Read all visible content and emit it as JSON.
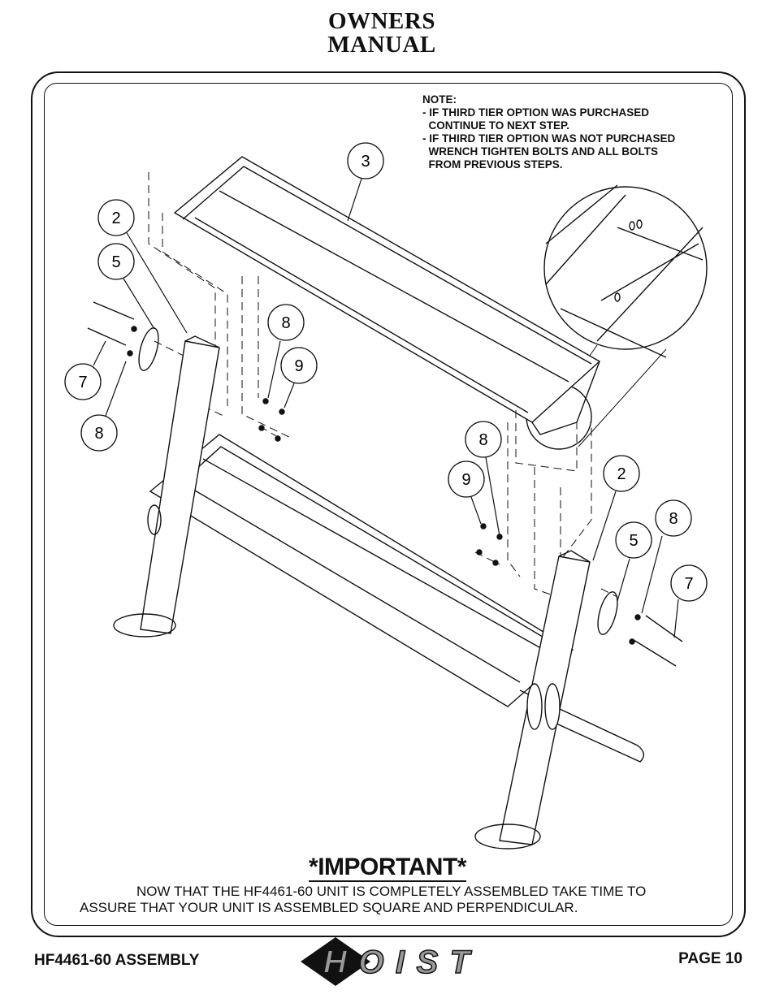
{
  "header": {
    "title_line1": "OWNERS",
    "title_line2": "MANUAL"
  },
  "note": {
    "lines": [
      "NOTE:",
      "- IF THIRD TIER OPTION WAS PURCHASED",
      "  CONTINUE TO NEXT STEP.",
      "- IF THIRD TIER OPTION WAS NOT PURCHASED",
      "  WRENCH TIGHTEN BOLTS AND ALL BOLTS",
      "  FROM PREVIOUS STEPS."
    ]
  },
  "callouts": [
    "3",
    "2",
    "5",
    "8",
    "9",
    "7",
    "8",
    "8",
    "9",
    "2",
    "8",
    "5",
    "7"
  ],
  "important": {
    "heading": "*IMPORTANT*",
    "line1": "NOW THAT THE HF4461-60 UNIT IS COMPLETELY ASSEMBLED TAKE TIME TO",
    "line2": "ASSURE THAT YOUR UNIT IS ASSEMBLED SQUARE AND PERPENDICULAR."
  },
  "footer": {
    "left": "HF4461-60 ASSEMBLY",
    "right": "PAGE 10",
    "logo": "HOIST"
  }
}
